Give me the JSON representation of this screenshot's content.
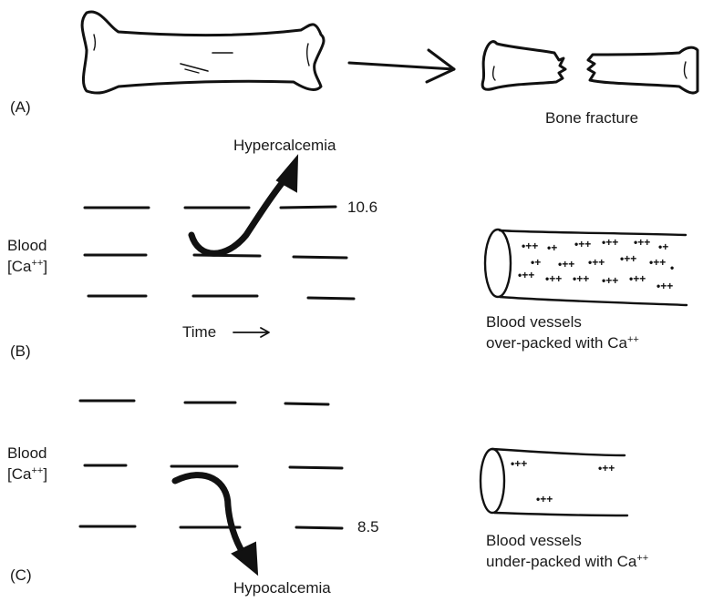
{
  "panel_a": {
    "tag": "(A)",
    "result_label": "Bone fracture"
  },
  "panel_b": {
    "tag": "(B)",
    "title": "Hypercalcemia",
    "y_label_line1": "Blood",
    "y_label_line2_prefix": "[Ca",
    "y_label_line2_sup": "++",
    "y_label_line2_suffix": "]",
    "threshold_value": "10.6",
    "time_label": "Time",
    "vessel_label_line1": "Blood vessels",
    "vessel_label_line2_prefix": "over-packed with Ca",
    "vessel_label_line2_sup": "++"
  },
  "panel_c": {
    "tag": "(C)",
    "title": "Hypocalcemia",
    "y_label_line1": "Blood",
    "y_label_line2_prefix": "[Ca",
    "y_label_line2_sup": "++",
    "y_label_line2_suffix": "]",
    "threshold_value": "8.5",
    "vessel_label_line1": "Blood vessels",
    "vessel_label_line2_prefix": "under-packed with Ca",
    "vessel_label_line2_sup": "++"
  },
  "colors": {
    "ink": "#111111",
    "background": "#ffffff"
  }
}
